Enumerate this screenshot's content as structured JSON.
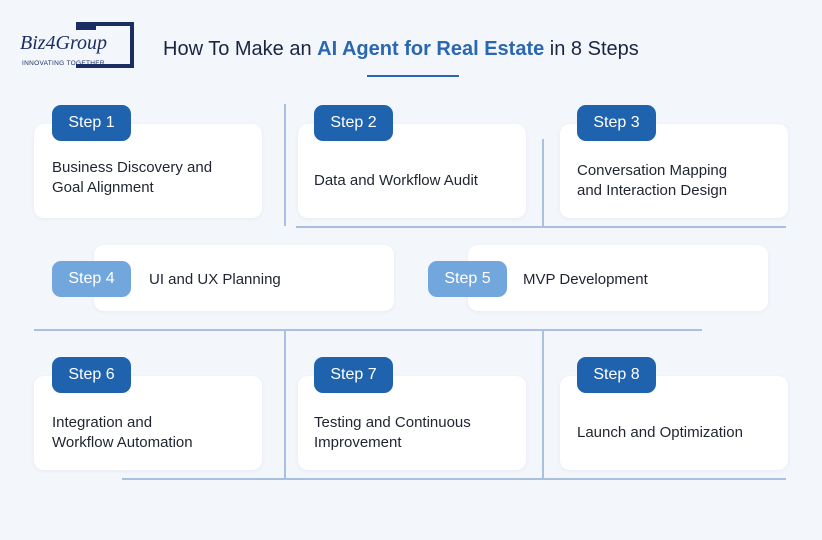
{
  "logo": {
    "wordmark": "Biz4Group",
    "tagline": "INNOVATING TOGETHER"
  },
  "title": {
    "prefix": "How To Make an ",
    "highlight": "AI Agent for Real Estate",
    "suffix": " in 8 Steps"
  },
  "colors": {
    "badge_dark": "#1f62ad",
    "badge_light": "#72a7de",
    "highlight": "#2a67b2",
    "lines": "#a9c0e0"
  },
  "steps": [
    {
      "label": "Step 1",
      "lines": [
        "Business Discovery and",
        "Goal Alignment"
      ]
    },
    {
      "label": "Step 2",
      "lines": [
        "Data and Workflow Audit"
      ]
    },
    {
      "label": "Step 3",
      "lines": [
        "Conversation Mapping",
        "and Interaction Design"
      ]
    },
    {
      "label": "Step 4",
      "lines": [
        "UI and UX Planning"
      ]
    },
    {
      "label": "Step 5",
      "lines": [
        "MVP Development"
      ]
    },
    {
      "label": "Step 6",
      "lines": [
        "Integration and",
        "Workflow Automation"
      ]
    },
    {
      "label": "Step 7",
      "lines": [
        "Testing and Continuous",
        "Improvement"
      ]
    },
    {
      "label": "Step 8",
      "lines": [
        "Launch and Optimization"
      ]
    }
  ]
}
